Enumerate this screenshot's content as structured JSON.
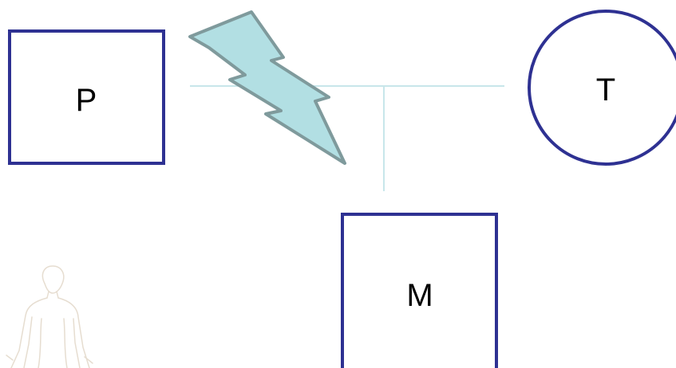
{
  "nodes": {
    "p": {
      "label": "P",
      "shape": "square"
    },
    "t": {
      "label": "T",
      "shape": "circle"
    },
    "m": {
      "label": "M",
      "shape": "square"
    }
  },
  "colors": {
    "node_stroke": "#2e3192",
    "connector": "#c8e6ea",
    "bolt_fill": "#b2dfe3",
    "bolt_stroke": "#7f9a9c",
    "figure_outline": "#e6ddd0"
  },
  "icons": {
    "bolt": "lightning-bolt-icon",
    "figure": "human-figure-icon"
  }
}
